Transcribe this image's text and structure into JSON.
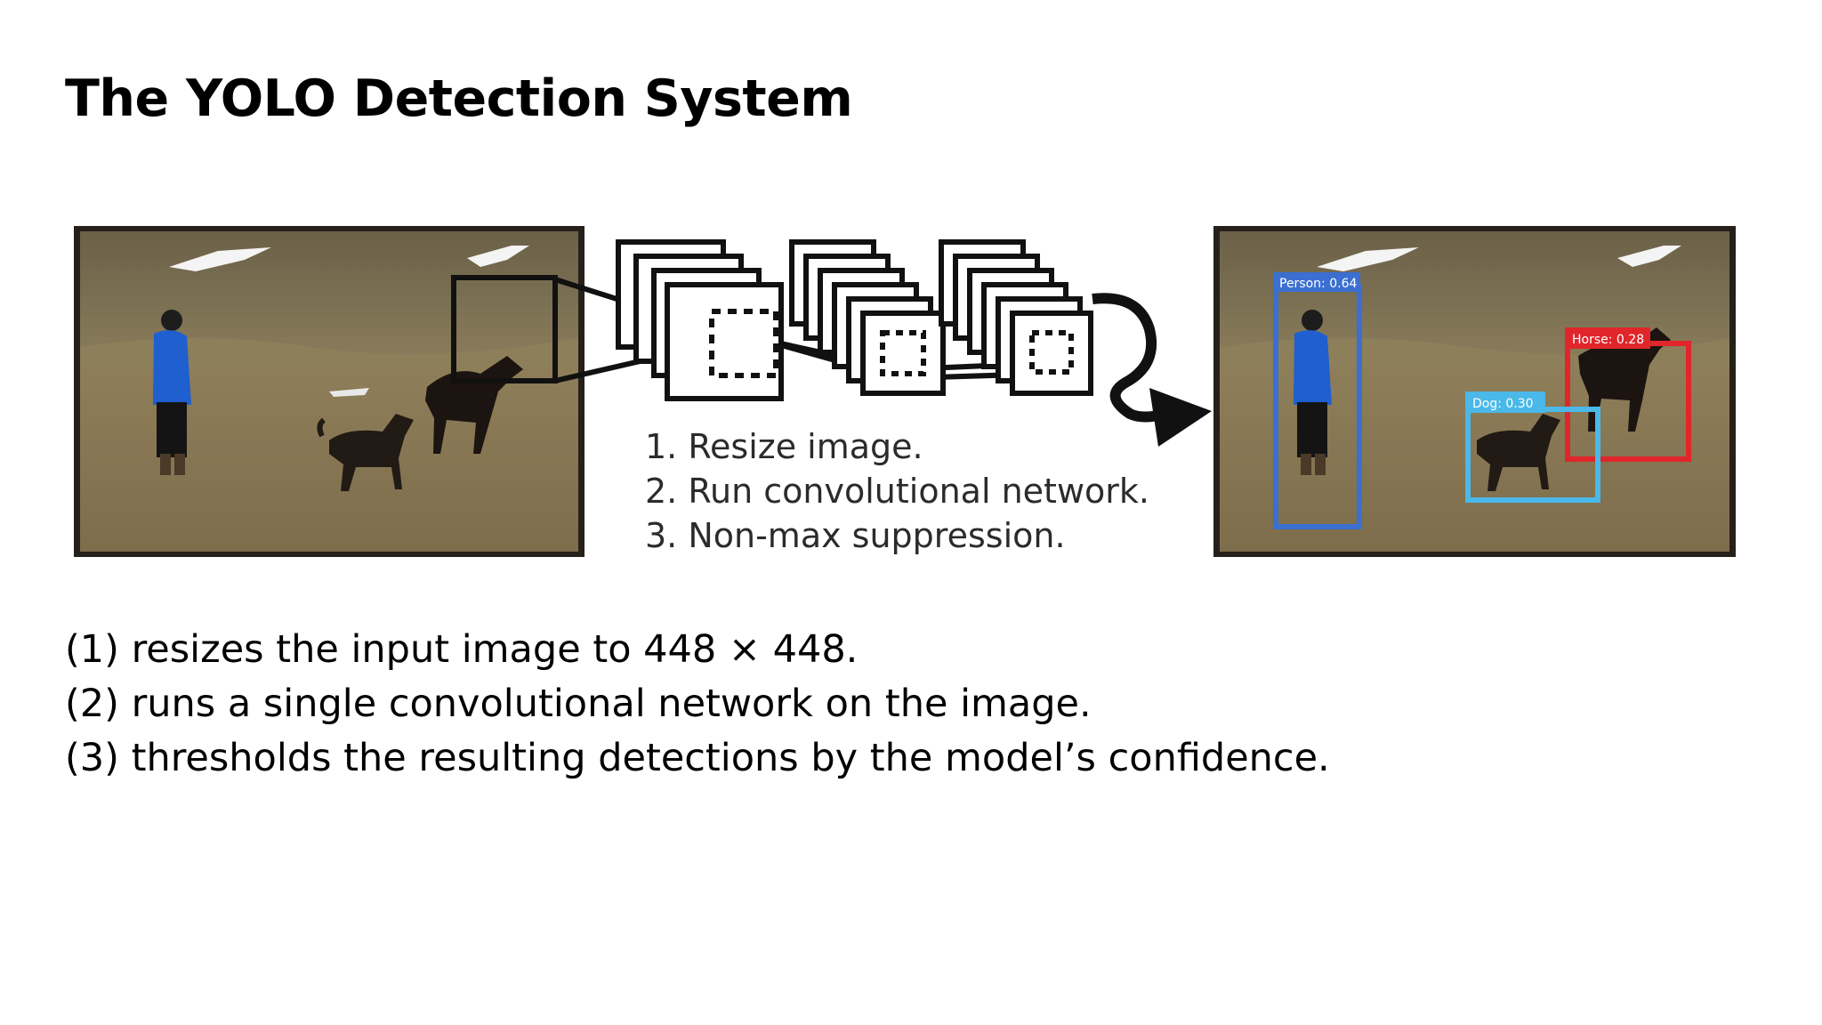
{
  "title": "The YOLO Detection System",
  "figure": {
    "steps": [
      "1. Resize image.",
      "2. Run convolutional network.",
      "3. Non-max suppression."
    ],
    "detections": [
      {
        "label": "Person: 0.64",
        "color": "#3b6fd1"
      },
      {
        "label": "Horse: 0.28",
        "color": "#e0262a"
      },
      {
        "label": "Dog: 0.30",
        "color": "#4ab8e8"
      }
    ]
  },
  "bullets": [
    "(1) resizes the input image to 448 × 448.",
    "(2) runs a single convolutional network on the image.",
    "(3) thresholds the resulting detections by the model’s confidence."
  ]
}
